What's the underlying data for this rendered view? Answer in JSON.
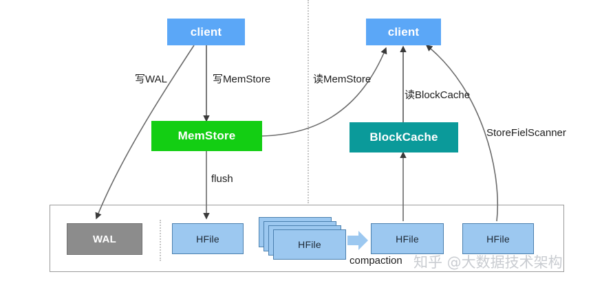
{
  "diagram": {
    "title": "HBase read/write path diagram",
    "nodes": {
      "client_write": "client",
      "client_read": "client",
      "memstore": "MemStore",
      "blockcache": "BlockCache",
      "wal": "WAL",
      "hfile_flush": "HFile",
      "hfile_stack": "HFile",
      "hfile_compacted": "HFile",
      "hfile_scanned": "HFile"
    },
    "edge_labels": {
      "write_wal": "写WAL",
      "write_memstore": "写MemStore",
      "read_memstore": "读MemStore",
      "read_blockcache": "读BlockCache",
      "storefile_scanner": "StoreFielScanner",
      "flush": "flush",
      "compaction": "compaction"
    },
    "watermark": "知乎 @大数据技术架构",
    "colors": {
      "client": "#5BA7F7",
      "memstore": "#13CE13",
      "blockcache": "#0B9A9A",
      "wal": "#8C8C8C",
      "hfile": "#9CC8F0",
      "hfile_border": "#4A7FAE",
      "edge": "#555555",
      "compaction_arrow": "#9CC8F0",
      "region_border": "#9A9A9A",
      "watermark": "#C9CCD1"
    }
  }
}
